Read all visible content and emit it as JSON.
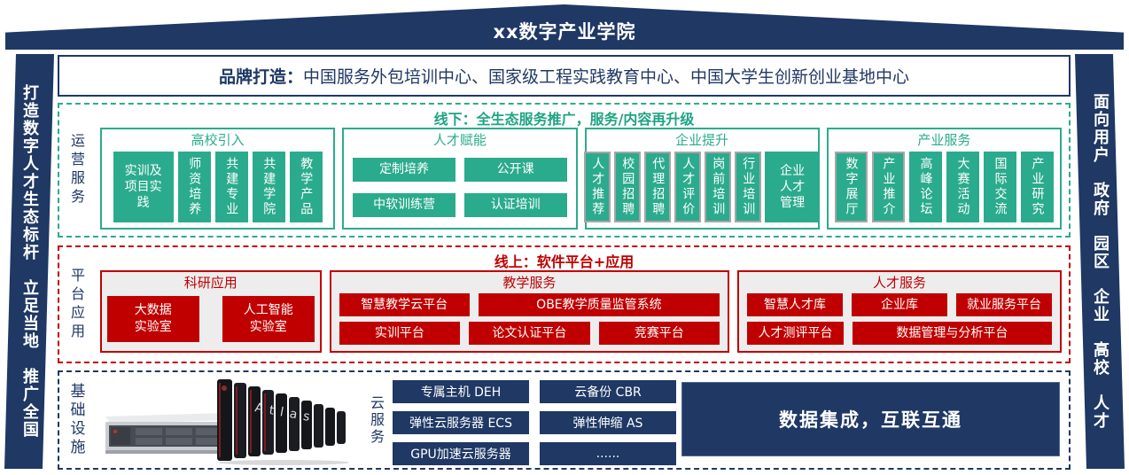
{
  "banner": {
    "title": "xx数字产业学院"
  },
  "left_bar": {
    "text": "打造数字人才生态标杆　立足当地　推广全国"
  },
  "right_bar": {
    "text": "面向用户　政府　园区　企业　高校　人才"
  },
  "brand": {
    "label": "品牌打造：",
    "text": "中国服务外包培训中心、国家级工程实践教育中心、中国大学生创新创业基地中心"
  },
  "offline": {
    "side_label": "运营服务",
    "header": "线下：全生态服务推广，服务/内容再升级",
    "groups": [
      {
        "title": "高校引入",
        "items": [
          "实训及\n项目实\n践",
          "师资培养",
          "共建专业",
          "共建学院",
          "教学产品"
        ]
      },
      {
        "title": "人才赋能",
        "items": [
          "定制培养",
          "公开课",
          "中软训练营",
          "认证培训"
        ]
      },
      {
        "title": "企业提升",
        "items": [
          "人才推荐",
          "校园招聘",
          "代理招聘",
          "人才评价",
          "岗前培训",
          "行业培训",
          "企业\n人才\n管理"
        ]
      },
      {
        "title": "产业服务",
        "items": [
          "数字展厅",
          "产业推介",
          "高峰论坛",
          "大赛活动",
          "国际交流",
          "产业研究"
        ]
      }
    ]
  },
  "online": {
    "side_label": "平台应用",
    "header": "线上：软件平台+应用",
    "groups": [
      {
        "title": "科研应用",
        "items": [
          "大数据\n实验室",
          "人工智能\n实验室"
        ]
      },
      {
        "title": "教学服务",
        "row1": [
          "智慧教学云平台",
          "OBE教学质量监管系统"
        ],
        "row2": [
          "实训平台",
          "论文认证平台",
          "竞赛平台"
        ]
      },
      {
        "title": "人才服务",
        "row1": [
          "智慧人才库",
          "企业库",
          "就业服务平台"
        ],
        "row2": [
          "人才测评平台",
          "数据管理与分析平台"
        ]
      }
    ]
  },
  "infrastructure": {
    "side_label": "基础设施",
    "cloud_label": "云服务",
    "atlas_label": "Atlas",
    "services": [
      "专属主机 DEH",
      "云备份 CBR",
      "弹性云服务器 ECS",
      "弹性伸缩 AS",
      "GPU加速云服务器",
      "......"
    ],
    "data_box": "数据集成，互联互通"
  },
  "colors": {
    "navy": "#1F3864",
    "green": "#2BAB8D",
    "red": "#C00000",
    "gray_fill": "#EDEDED",
    "gray_border": "#A6A6A6"
  }
}
